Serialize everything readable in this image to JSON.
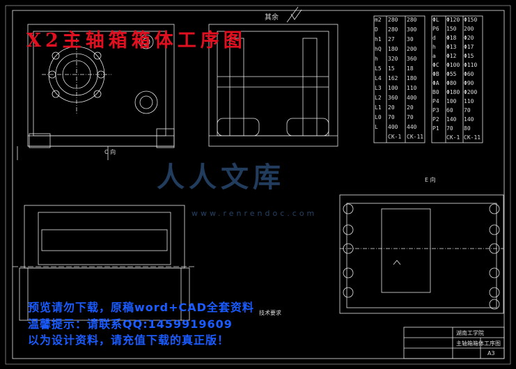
{
  "drawing": {
    "title": "X2主轴箱箱体工序图",
    "roughness_note": "其余",
    "view_label_c": "C 向",
    "view_label_e": "E 向",
    "tech_req_title": "技术要求",
    "school": "湖南工学院",
    "part_name": "主轴箱箱体工序图",
    "scale": "A3"
  },
  "param_table_left": {
    "rows": [
      [
        "m2",
        "280",
        "280"
      ],
      [
        "D",
        "280",
        "300"
      ],
      [
        "h1",
        "27",
        "30"
      ],
      [
        "hQ",
        "180",
        "200"
      ],
      [
        "h",
        "320",
        "360"
      ],
      [
        "L5",
        "15",
        "18"
      ],
      [
        "L4",
        "162",
        "180"
      ],
      [
        "L3",
        "100",
        "110"
      ],
      [
        "L2",
        "360",
        "400"
      ],
      [
        "L1",
        "20",
        "20"
      ],
      [
        "L0",
        "70",
        "70"
      ],
      [
        "L",
        "400",
        "440"
      ],
      [
        "",
        "CK-1",
        "CK-11"
      ]
    ]
  },
  "param_table_right": {
    "rows": [
      [
        "ΦL",
        "Φ120",
        "Φ150"
      ],
      [
        "P6",
        "150",
        "200"
      ],
      [
        "d",
        "Φ18",
        "Φ20"
      ],
      [
        "h",
        "Φ13",
        "Φ17"
      ],
      [
        "a",
        "Φ12",
        "Φ15"
      ],
      [
        "ΦC",
        "Φ100",
        "Φ110"
      ],
      [
        "ΦB",
        "Φ55",
        "Φ60"
      ],
      [
        "ΦA",
        "Φ80",
        "Φ90"
      ],
      [
        "B0",
        "Φ180",
        "Φ200"
      ],
      [
        "P4",
        "100",
        "110"
      ],
      [
        "P3",
        "60",
        "70"
      ],
      [
        "P2",
        "140",
        "140"
      ],
      [
        "P1",
        "70",
        "80"
      ],
      [
        "",
        "CK-1",
        "CK-11"
      ]
    ]
  },
  "watermark": {
    "brand": "人人文库",
    "url": "www.renrendoc.com",
    "line1": "预览请勿下载，原稿word+CAD全套资料",
    "line2": "温馨提示：请联系QQ:1459919609",
    "line3": "以为设计资料，请充值下载的真正版！"
  },
  "colors": {
    "background": "#000000",
    "line": "#e8e8e8",
    "title_red": "#e01020",
    "watermark_blue": "#1a5cff"
  }
}
